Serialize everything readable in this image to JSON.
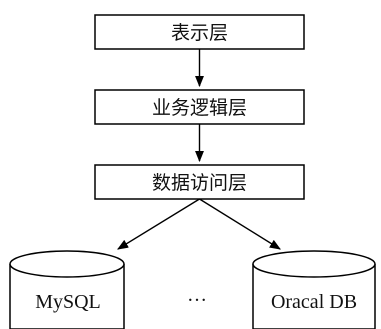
{
  "diagram": {
    "layers": [
      {
        "label": "表示层"
      },
      {
        "label": "业务逻辑层"
      },
      {
        "label": "数据访问层"
      }
    ],
    "databases": [
      {
        "label": "MySQL"
      },
      {
        "label": "Oracal DB"
      }
    ],
    "ellipsis": "…"
  }
}
